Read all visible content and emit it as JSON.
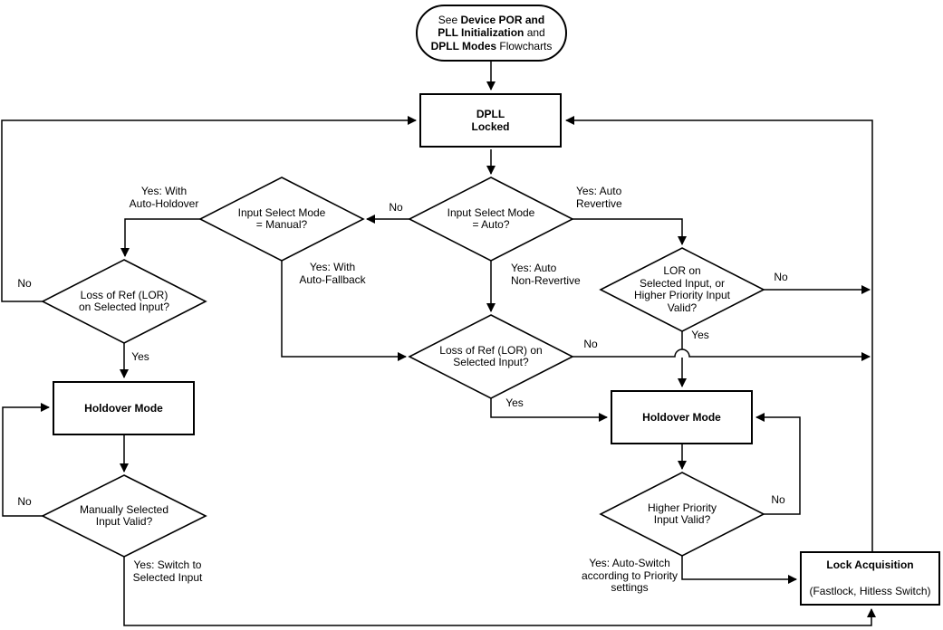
{
  "diagram": {
    "colors": {
      "background": "#ffffff",
      "line": "#000000",
      "text": "#000000"
    },
    "start_oval": {
      "segments": [
        {
          "text": "See ",
          "bold": false
        },
        {
          "text": "Device POR and\nPLL Initialization",
          "bold": true
        },
        {
          "text": " and\n",
          "bold": false
        },
        {
          "text": "DPLL Modes",
          "bold": true
        },
        {
          "text": " Flowcharts",
          "bold": false
        }
      ]
    },
    "nodes": {
      "dpll_locked": "DPLL\nLocked",
      "decision_auto": "Input Select Mode\n= Auto?",
      "decision_manual": "Input Select Mode\n= Manual?",
      "decision_lor_left": "Loss of Ref (LOR)\non Selected Input?",
      "decision_lor_mid": "Loss of Ref (LOR) on\nSelected Input?",
      "decision_lor_higher": "LOR on\nSelected Input, or\nHigher Priority Input\nValid?",
      "decision_manual_valid": "Manually Selected\nInput Valid?",
      "decision_higher_priority": "Higher Priority\nInput Valid?",
      "holdover_left": "Holdover Mode",
      "holdover_right": "Holdover Mode",
      "lock_acquisition_title": "Lock Acquisition",
      "lock_acquisition_subtitle": "(Fastlock, Hitless Switch)"
    },
    "edge_labels": {
      "yes_auto_holdover": "Yes: With\nAuto-Holdover",
      "no_auto": "No",
      "yes_auto_revertive": "Yes: Auto\nRevertive",
      "yes_auto_fallback": "Yes: With\nAuto-Fallback",
      "yes_auto_nonrevertive": "Yes: Auto\nNon-Revertive",
      "no_lor_left": "No",
      "yes_lor_left": "Yes",
      "no_lor_mid": "No",
      "yes_lor_mid": "Yes",
      "no_lor_higher": "No",
      "yes_lor_higher": "Yes",
      "no_manual_valid": "No",
      "yes_switch_selected": "Yes: Switch to\nSelected Input",
      "no_higher_priority": "No",
      "yes_auto_switch": "Yes: Auto-Switch\naccording to Priority\nsettings"
    }
  }
}
